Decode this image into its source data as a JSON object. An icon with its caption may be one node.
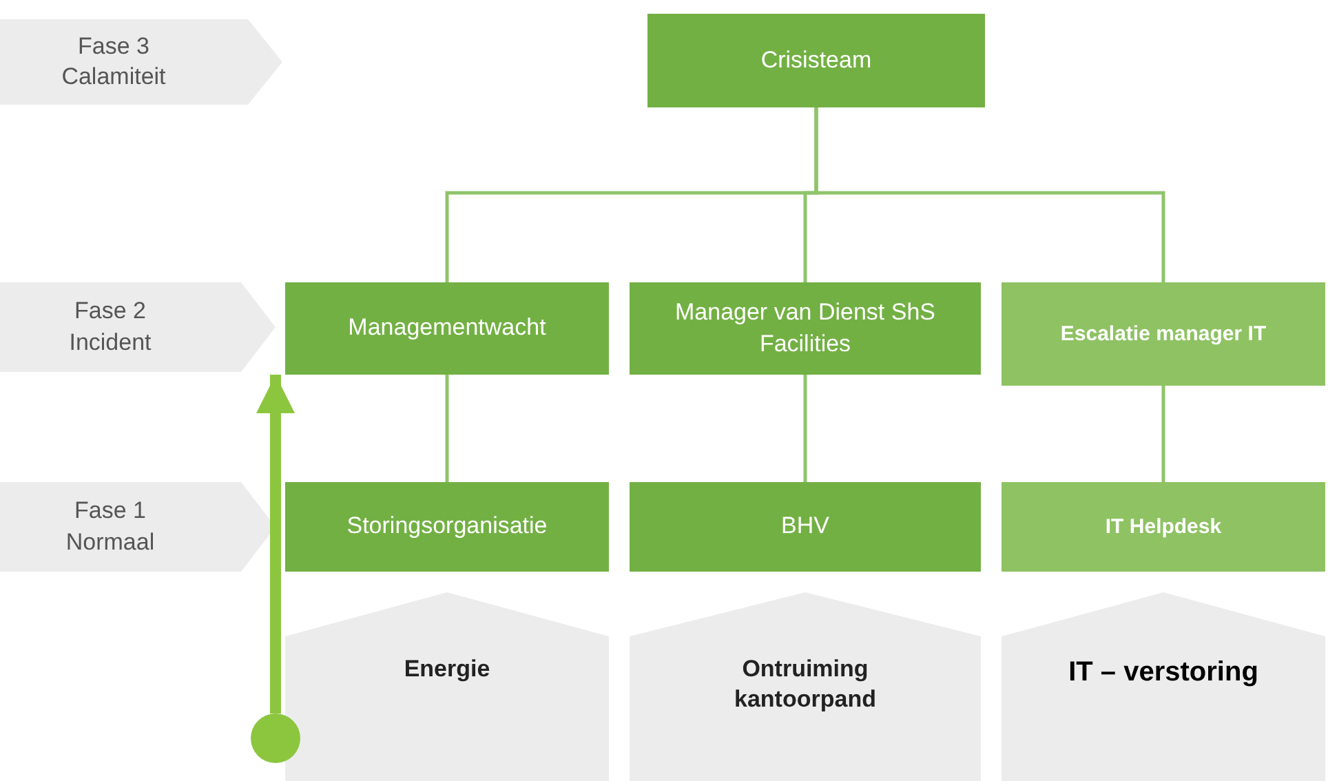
{
  "diagram": {
    "nodes": [
      {
        "text": [
          "Fase 3 Calamiteit"
        ]
      },
      {
        "text": [
          "Crisisteam"
        ]
      },
      {
        "text": [
          "Fase 2 Incident"
        ]
      },
      {
        "text": [
          "Managementwacht"
        ]
      },
      {
        "text": [
          "Manager van Dienst ShS Facilities"
        ]
      },
      {
        "text": [
          "Escalatie manager IT"
        ]
      },
      {
        "text": [
          "Fase 1 Normaal"
        ]
      },
      {
        "text": [
          "Storingsorganisatie"
        ]
      },
      {
        "text": [
          "BHV"
        ]
      },
      {
        "text": [
          "IT Helpdesk"
        ]
      },
      {
        "text": [],
        "shape": "circle"
      },
      {
        "text": [
          "Energie"
        ]
      },
      {
        "text": [
          "Ontruiming kantoorpand"
        ]
      },
      {
        "text": [
          "IT – verstoring"
        ]
      }
    ],
    "edges": [
      {
        "from": 1,
        "to": 3,
        "arrow": "none"
      },
      {
        "from": 1,
        "to": 4,
        "arrow": "none"
      },
      {
        "from": 1,
        "to": 5,
        "arrow": "none"
      },
      {
        "from": 3,
        "to": 7,
        "arrow": "none"
      },
      {
        "from": 4,
        "to": 8,
        "arrow": "none"
      },
      {
        "from": 5,
        "to": 9,
        "arrow": "none"
      },
      {
        "from": 10,
        "to": 3,
        "arrow": "to",
        "style": "thick",
        "color": "#8cc63f"
      }
    ]
  }
}
